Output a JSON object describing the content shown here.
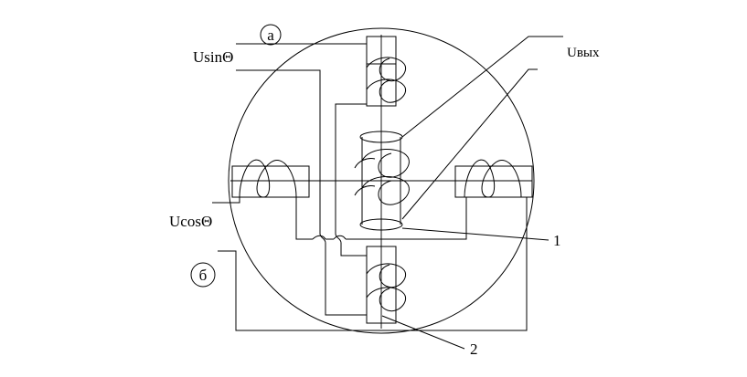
{
  "labels": {
    "a": "а",
    "usin": "UsinΘ",
    "uvyh": "Uвых",
    "ucos": "UcosΘ",
    "b": "б",
    "one": "1",
    "two": "2"
  }
}
